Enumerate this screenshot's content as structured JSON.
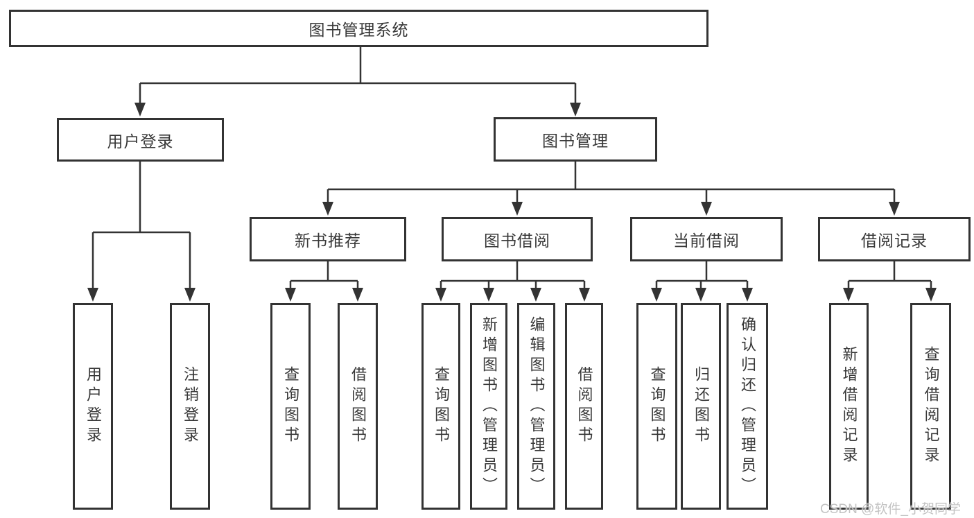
{
  "title": "图书管理系统",
  "colors": {
    "line": "#333333",
    "box_border": "#333333",
    "box_fill": "#ffffff",
    "text": "#383838",
    "watermark": "#c3c3c3",
    "background": "#ffffff"
  },
  "watermark": {
    "text": "CSDN @软件_小贺同学"
  },
  "tree": {
    "root": {
      "label": "图书管理系统"
    },
    "branches": [
      {
        "label": "用户登录",
        "children": [
          {
            "label": "用户登录"
          },
          {
            "label": "注销登录"
          }
        ]
      },
      {
        "label": "图书管理",
        "children": [
          {
            "label": "新书推荐",
            "children": [
              {
                "label": "查询图书"
              },
              {
                "label": "借阅图书"
              }
            ]
          },
          {
            "label": "图书借阅",
            "children": [
              {
                "label": "查询图书"
              },
              {
                "label": "新增图书（管理员）"
              },
              {
                "label": "编辑图书（管理员）"
              },
              {
                "label": "借阅图书"
              }
            ]
          },
          {
            "label": "当前借阅",
            "children": [
              {
                "label": "查询图书"
              },
              {
                "label": "归还图书"
              },
              {
                "label": "确认归还（管理员）"
              }
            ]
          },
          {
            "label": "借阅记录",
            "children": [
              {
                "label": "新增借阅记录"
              },
              {
                "label": "查询借阅记录"
              }
            ]
          }
        ]
      }
    ]
  }
}
